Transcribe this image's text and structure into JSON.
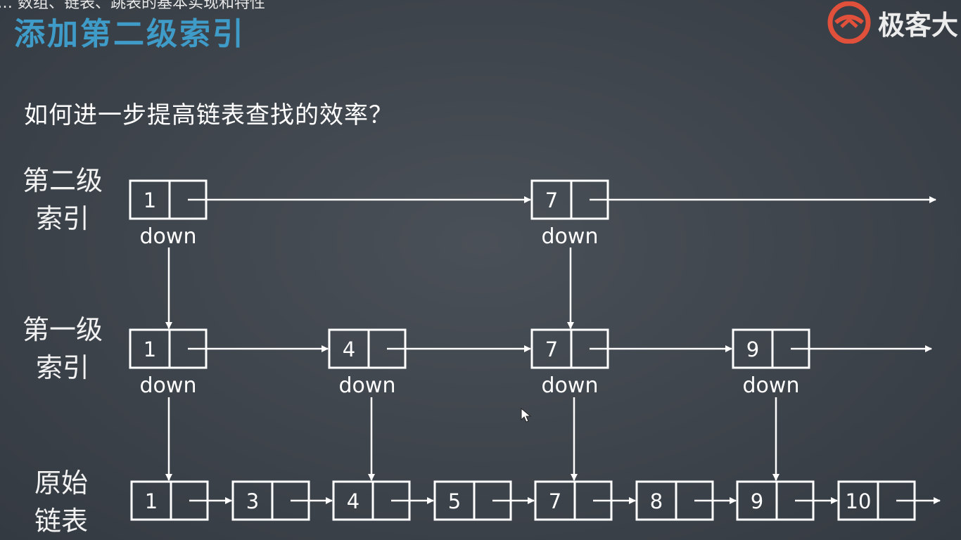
{
  "top_caption": "… 数组、链表、跳表的基本实现和特性",
  "title": "添加第二级索引",
  "logo": {
    "icon": "geekbang-logo-icon",
    "text": "极客大"
  },
  "question": "如何进一步提高链表查找的效率？",
  "levels": {
    "level2": {
      "line1": "第二级",
      "line2": "索引"
    },
    "level1": {
      "line1": "第一级",
      "line2": "索引"
    },
    "original": {
      "line1": "原始",
      "line2": "链表"
    }
  },
  "diagram_data": {
    "level2_nodes": [
      "1",
      "7"
    ],
    "level1_nodes": [
      "1",
      "4",
      "7",
      "9"
    ],
    "original_nodes": [
      "1",
      "3",
      "4",
      "5",
      "7",
      "8",
      "9",
      "10"
    ],
    "down_label": "down"
  },
  "colors": {
    "title": "#3f9cc9",
    "stroke": "#ffffff",
    "logo": "#e0503a"
  }
}
